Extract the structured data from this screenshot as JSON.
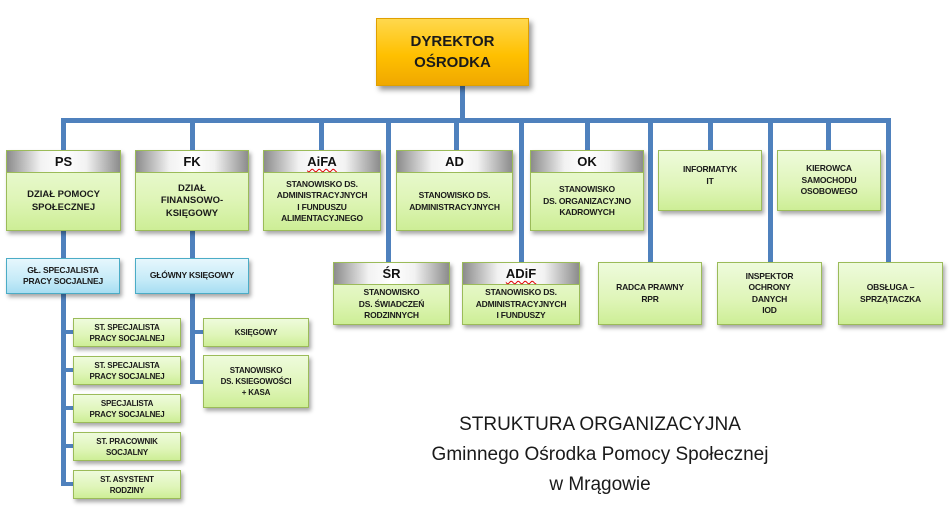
{
  "director": {
    "label": "DYREKTOR\nOŚRODKA"
  },
  "top_units": [
    {
      "code": "PS",
      "label": "DZIAŁ POMOCY\nSPOŁECZNEJ"
    },
    {
      "code": "FK",
      "label": "DZIAŁ\nFINANSOWO-\nKSIĘGOWY"
    },
    {
      "code": "AiFA",
      "label": "STANOWISKO DS.\nADMINISTRACYJNYCH\nI FUNDUSZU\nALIMENTACYJNEGO"
    },
    {
      "code": "AD",
      "label": "STANOWISKO DS.\nADMINISTRACYJNYCH"
    },
    {
      "code": "OK",
      "label": "STANOWISKO\nDS. ORGANIZACYJNO\nKADROWYCH"
    },
    {
      "label": "INFORMATYK\nIT"
    },
    {
      "label": "KIEROWCA\nSAMOCHODU\nOSOBOWEGO"
    }
  ],
  "second_units": [
    {
      "code": "ŚR",
      "label": "STANOWISKO\nDS. ŚWIADCZEŃ\nRODZINNYCH"
    },
    {
      "code": "ADiF",
      "label": "STANOWISKO DS.\nADMINISTRACYJNYCH\nI FUNDUSZY"
    },
    {
      "label": "RADCA PRAWNY\nRPR"
    },
    {
      "label": "INSPEKTOR\nOCHRONY\nDANYCH\nIOD"
    },
    {
      "label": "OBSŁUGA –\nSPRZĄTACZKA"
    }
  ],
  "ps_branch": {
    "head": "GŁ. SPECJALISTA\nPRACY SOCJALNEJ",
    "staff": [
      "ST. SPECJALISTA\nPRACY SOCJALNEJ",
      "ST. SPECJALISTA\nPRACY SOCJALNEJ",
      "SPECJALISTA\nPRACY SOCJALNEJ",
      "ST. PRACOWNIK\nSOCJALNY",
      "ST. ASYSTENT\nRODZINY"
    ]
  },
  "fk_branch": {
    "head": "GŁÓWNY KSIĘGOWY",
    "staff": [
      "KSIĘGOWY",
      "STANOWISKO\nDS. KSIEGOWOŚCI\n+ KASA"
    ]
  },
  "title": {
    "line1": "STRUKTURA ORGANIZACYJNA",
    "line2": "Gminnego Ośrodka Pomocy Społecznej",
    "line3": "w Mrągowie"
  },
  "colors": {
    "connector": "#4f81bd",
    "director_fill": "#ffc000",
    "unit_fill": "#dff5b8",
    "unit_border": "#9bbb59",
    "head_fill": "#c6ebf8"
  }
}
